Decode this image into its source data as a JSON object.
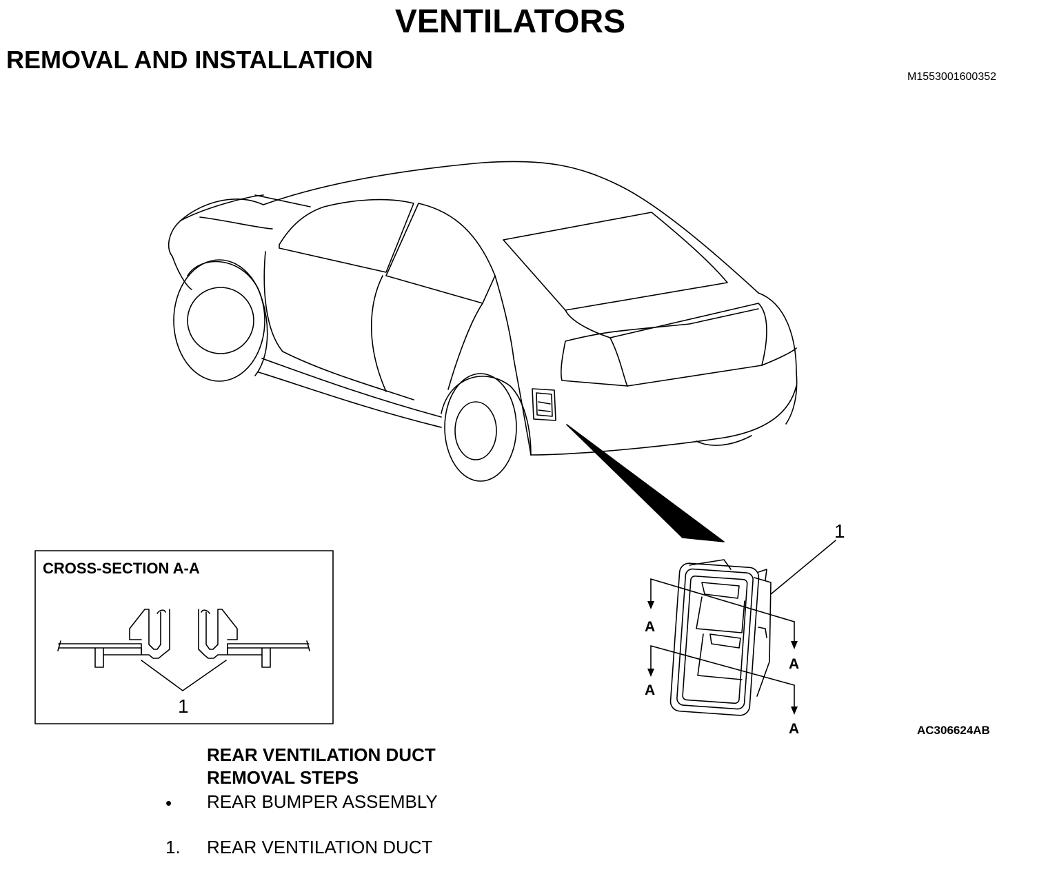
{
  "header": {
    "title": "VENTILATORS",
    "subtitle": "REMOVAL AND INSTALLATION",
    "doc_code": "M1553001600352"
  },
  "figure": {
    "figure_code": "AC306624AB",
    "callout_number": "1",
    "section_marker": "A",
    "cross_section": {
      "title": "CROSS-SECTION A-A",
      "callout_number": "1"
    }
  },
  "procedure": {
    "title_line1": "REAR VENTILATION DUCT",
    "title_line2": "REMOVAL STEPS",
    "steps": [
      {
        "marker": "•",
        "text": "REAR BUMPER ASSEMBLY"
      },
      {
        "marker": "1.",
        "text": "REAR VENTILATION DUCT"
      }
    ]
  }
}
